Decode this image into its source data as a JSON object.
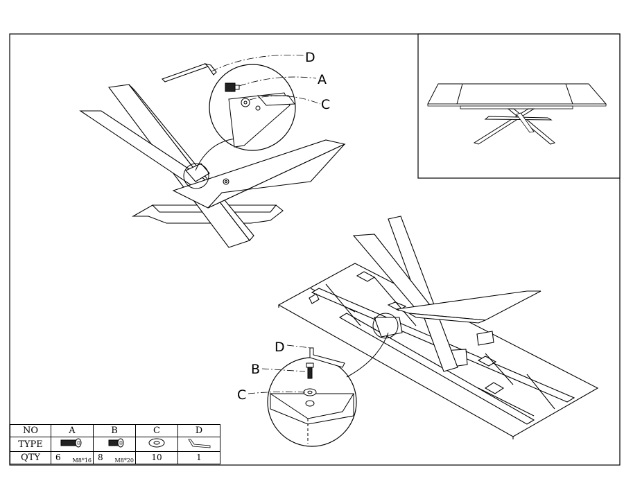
{
  "callouts": {
    "top": [
      "D",
      "A",
      "C"
    ],
    "bottom": [
      "D",
      "B",
      "C"
    ]
  },
  "parts_table": {
    "headers": [
      "NO",
      "A",
      "B",
      "C",
      "D"
    ],
    "type_label": "TYPE",
    "qty_label": "QTY",
    "type_icons": [
      "bolt-m8x16-icon",
      "bolt-m8x20-icon",
      "washer-icon",
      "allen-key-icon"
    ],
    "qty": [
      {
        "count": "6",
        "spec": "M8*16"
      },
      {
        "count": "8",
        "spec": "M8*20"
      },
      {
        "count": "10",
        "spec": ""
      },
      {
        "count": "1",
        "spec": ""
      }
    ]
  }
}
